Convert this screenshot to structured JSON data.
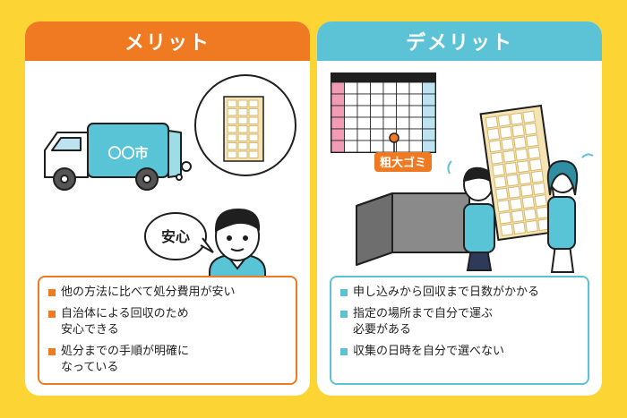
{
  "colors": {
    "background": "#FCD535",
    "merit_accent": "#F07A22",
    "demerit_accent": "#5CC3D6",
    "line": "#1F1F1F",
    "truck_body": "#59C4D6",
    "grid_pink": "#F29BB4",
    "grid_blue": "#BDE3F0",
    "panel_frame": "#D8B86A"
  },
  "merit": {
    "title": "メリット",
    "truck_label": "〇〇市",
    "speech_label": "安心",
    "items": [
      "他の方法に比べて処分費用が安い",
      "自治体による回収のため\n安心できる",
      "処分までの手順が明確に\nなっている"
    ]
  },
  "demerit": {
    "title": "デメリット",
    "tag_label": "粗大ゴミ",
    "items": [
      "申し込みから回収まで日数がかかる",
      "指定の場所まで自分で運ぶ\n必要がある",
      "収集の日時を自分で選べない"
    ]
  }
}
